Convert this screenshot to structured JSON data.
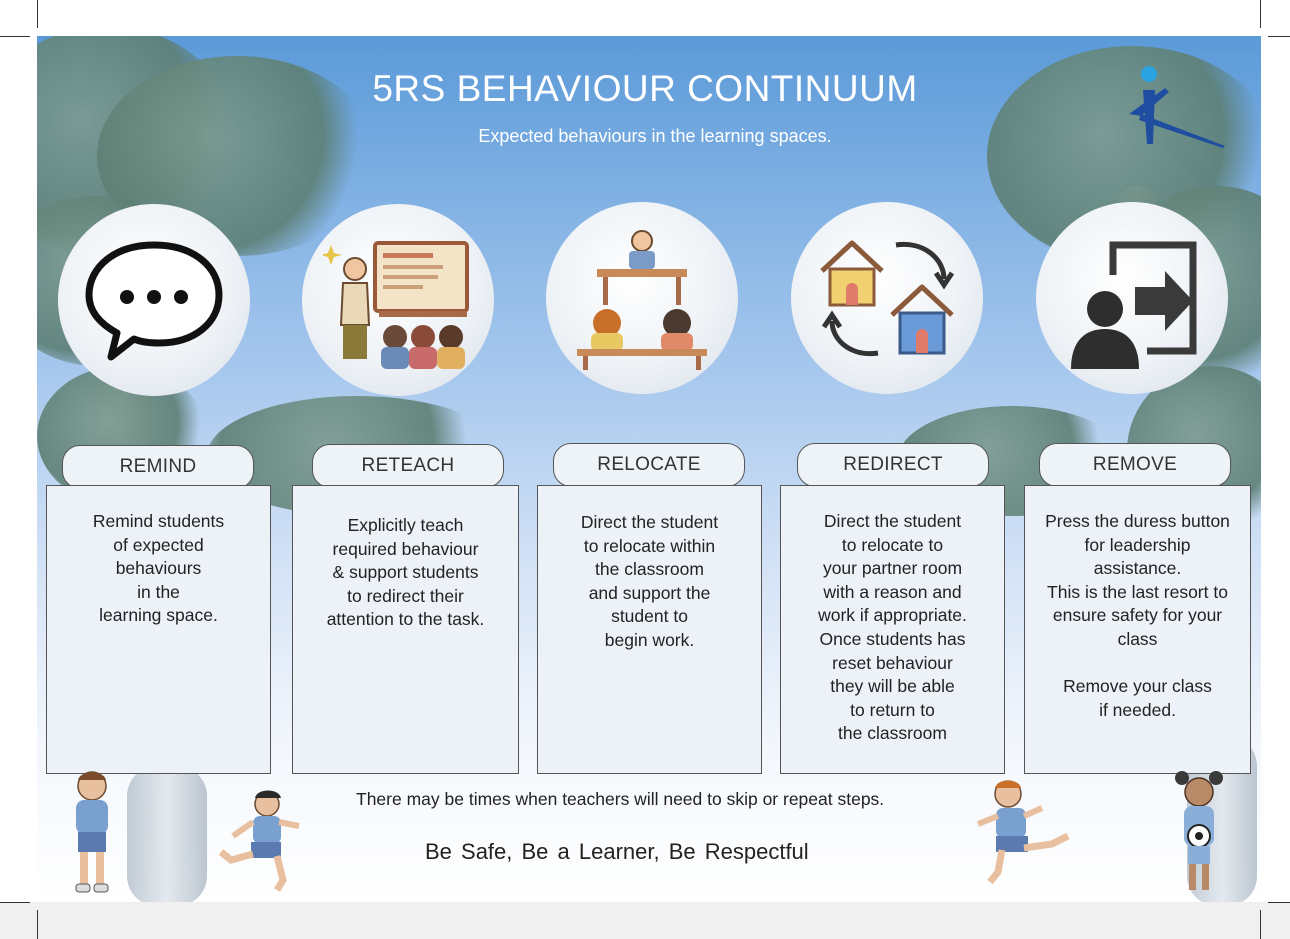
{
  "header": {
    "title": "5RS BEHAVIOUR CONTINUUM",
    "subtitle": "Expected behaviours in the learning spaces."
  },
  "steps": [
    {
      "label": "REMIND",
      "icon": "speech-bubble-icon",
      "text": "Remind students\nof expected\nbehaviours\nin the\nlearning space."
    },
    {
      "label": "RETEACH",
      "icon": "teacher-board-icon",
      "text": "Explicitly teach\nrequired behaviour\n& support students\nto redirect their\nattention to the task."
    },
    {
      "label": "RELOCATE",
      "icon": "classroom-desks-icon",
      "text": "Direct the student\nto relocate within\nthe classroom\nand support the\nstudent to\nbegin work."
    },
    {
      "label": "REDIRECT",
      "icon": "houses-cycle-icon",
      "text": "Direct the student\nto relocate to\nyour partner room\nwith a reason and\nwork if appropriate.\nOnce students has\nreset behaviour\nthey will be able\nto return to\nthe classroom"
    },
    {
      "label": "REMOVE",
      "icon": "person-exit-icon",
      "text": "Press the duress button\nfor leadership\nassistance.\nThis is the last resort to\nensure safety for your\nclass\n\nRemove your class\nif needed."
    }
  ],
  "footer": {
    "note": "There may be times when teachers will need to skip or repeat steps.",
    "motto": "Be Safe,  Be a  Learner,  Be  Respectful"
  },
  "colors": {
    "sky_top": "#5b9ad8",
    "card_fill": "#edf2f8",
    "logo_blue": "#1f4ea1",
    "logo_dot": "#2aa3e0"
  }
}
